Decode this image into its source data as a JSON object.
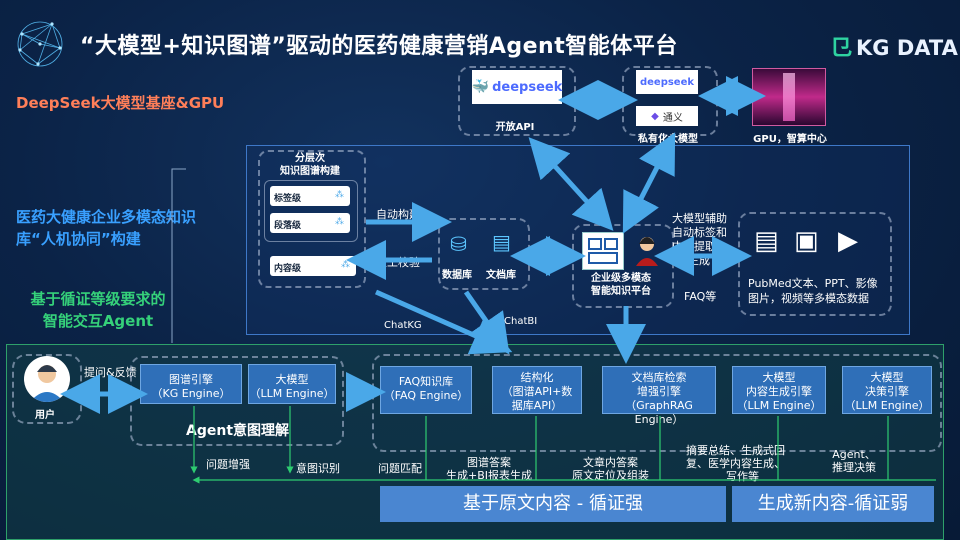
{
  "header": {
    "title": "“大模型+知识图谱”驱动的医药健康营销Agent智能体平台",
    "logo": "KG DATA"
  },
  "left": {
    "deepseek_base": "DeepSeek大模型基座&GPU",
    "multimodal_line1": "医药大健康企业多模态知识",
    "multimodal_line2": "库“人机协同”构建",
    "interaction_line1": "基于循证等级要求的",
    "interaction_line2": "智能交互Agent"
  },
  "top": {
    "open_api": "开放API",
    "private_model": "私有化大模型",
    "gpu": "GPU，智算中心",
    "deepseek_logo": "deepseek",
    "tongyi": "通义"
  },
  "middle": {
    "kg_build_title1": "分层次",
    "kg_build_title2": "知识图谱构建",
    "level_tag": "标签级",
    "level_para": "段落级",
    "level_content": "内容级",
    "auto_build": "自动构建",
    "manual_check": "人工校验",
    "database": "数据库",
    "doc_library": "文档库",
    "platform_line1": "企业级多模态",
    "platform_line2": "智能知识平台",
    "llm_assist_1": "大模型辅助",
    "llm_assist_2": "自动标签和",
    "llm_assist_3": "内容提取，",
    "llm_assist_4": "生成",
    "faq_etc": "FAQ等",
    "multimodal_data_1": "PubMed文本、PPT、影像",
    "multimodal_data_2": "图片，视频等多模态数据",
    "chatkg": "ChatKG",
    "chatbi": "ChatBI"
  },
  "agent": {
    "user": "用户",
    "ask_feedback": "提问&反馈",
    "kg_engine_1": "图谱引擎",
    "kg_engine_2": "（KG Engine）",
    "llm_engine_1": "大模型",
    "llm_engine_2": "（LLM Engine）",
    "intent_title": "Agent意图理解",
    "question_enhance": "问题增强",
    "intent_recognition": "意图识别",
    "question_match": "问题匹配",
    "faq_lib_1": "FAQ知识库",
    "faq_lib_2": "（FAQ Engine）",
    "structured_1": "结构化",
    "structured_2": "（图谱API+数",
    "structured_3": "据库API）",
    "doc_search_1": "文档库检索",
    "doc_search_2": "增强引擎",
    "doc_search_3": "（GraphRAG Engine）",
    "llm_gen_1": "大模型",
    "llm_gen_2": "内容生成引擎",
    "llm_gen_3": "（LLM Engine）",
    "llm_dec_1": "大模型",
    "llm_dec_2": "决策引擎",
    "llm_dec_3": "（LLM Engine）",
    "kg_answer_1": "图谱答案",
    "kg_answer_2": "生成+BI报表生成",
    "doc_answer_1": "文章内答案",
    "doc_answer_2": "原文定位及组装",
    "summary_1": "摘要总结、生成式回",
    "summary_2": "复、医学内容生成、",
    "summary_3": "写作等",
    "agent_dec_1": "Agent、",
    "agent_dec_2": "推理决策",
    "bar_left": "基于原文内容 - 循证强",
    "bar_right": "生成新内容-循证弱"
  },
  "colors": {
    "arrow": "#4aa8e8",
    "orange": "#ff7f59",
    "blue_text": "#39a0ff",
    "green_text": "#35d17a",
    "engine": "#2f6fb8",
    "bar": "#4a86d1",
    "green_line": "#2ecc71"
  }
}
